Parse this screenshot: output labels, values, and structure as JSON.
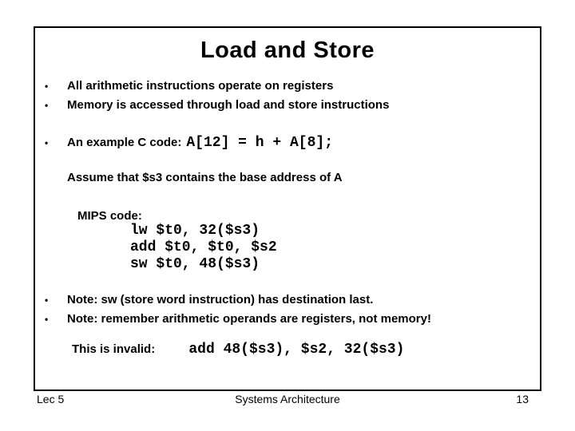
{
  "colors": {
    "background": "#ffffff",
    "border": "#000000",
    "text": "#000000"
  },
  "slide": {
    "title": "Load and Store",
    "bullet_char": "•",
    "bullets": [
      "All arithmetic instructions operate on registers",
      "Memory is accessed through load and store instructions"
    ],
    "example": {
      "label": "An example C code:",
      "code": "A[12] = h + A[8];"
    },
    "assumption": "Assume that $s3 contains the base address of A",
    "mips": {
      "label": "MIPS code:",
      "lines": [
        "lw $t0, 32($s3)",
        "add $t0, $t0, $s2",
        "sw $t0, 48($s3)"
      ]
    },
    "notes": [
      "Note: sw (store word instruction) has destination last.",
      "Note: remember arithmetic operands are registers, not memory!"
    ],
    "invalid": {
      "label": "This is invalid:",
      "code": "add 48($s3), $s2, 32($s3)"
    }
  },
  "footer": {
    "lecture": "Lec 5",
    "course": "Systems Architecture",
    "page": "13"
  }
}
